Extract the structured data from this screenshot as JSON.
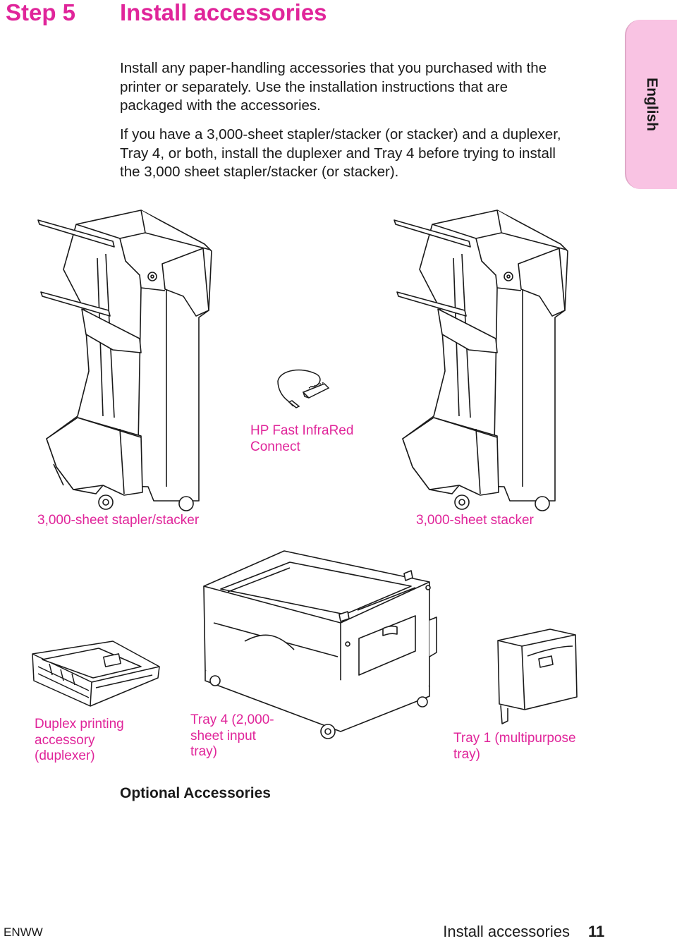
{
  "colors": {
    "accent": "#e0259a",
    "tab_bg": "#f9c3e3",
    "line": "#1a1a1a"
  },
  "header": {
    "step_label": "Step 5",
    "title": "Install accessories"
  },
  "tab": {
    "label": "English"
  },
  "intro": {
    "lines": [
      "Install any paper-handling accessories that you purchased with the",
      "printer or separately. Use the installation instructions that are",
      "packaged with the accessories."
    ]
  },
  "note": {
    "lines": [
      "If you have a 3,000-sheet stapler/stacker (or stacker) and a duplexer,",
      "Tray 4, or both, install the duplexer and Tray 4 before trying to install",
      "the 3,000 sheet stapler/stacker (or stacker)."
    ]
  },
  "captions": {
    "stapler": [
      "3,000-sheet stapler/stacker"
    ],
    "stacker": [
      "3,000-sheet stacker"
    ],
    "infrared": [
      "HP Fast InfraRed",
      "Connect"
    ],
    "duplexer": [
      "Duplex printing",
      "accessory",
      "(duplexer)"
    ],
    "tray4": [
      "Tray 4 (2,000-",
      "sheet input",
      "tray)"
    ],
    "tray1": [
      "Tray 1 (multipurpose",
      "tray)"
    ]
  },
  "section": {
    "heading": "Optional Accessories"
  },
  "footer": {
    "left": "ENWW",
    "right": "Install accessories",
    "page": "11"
  }
}
